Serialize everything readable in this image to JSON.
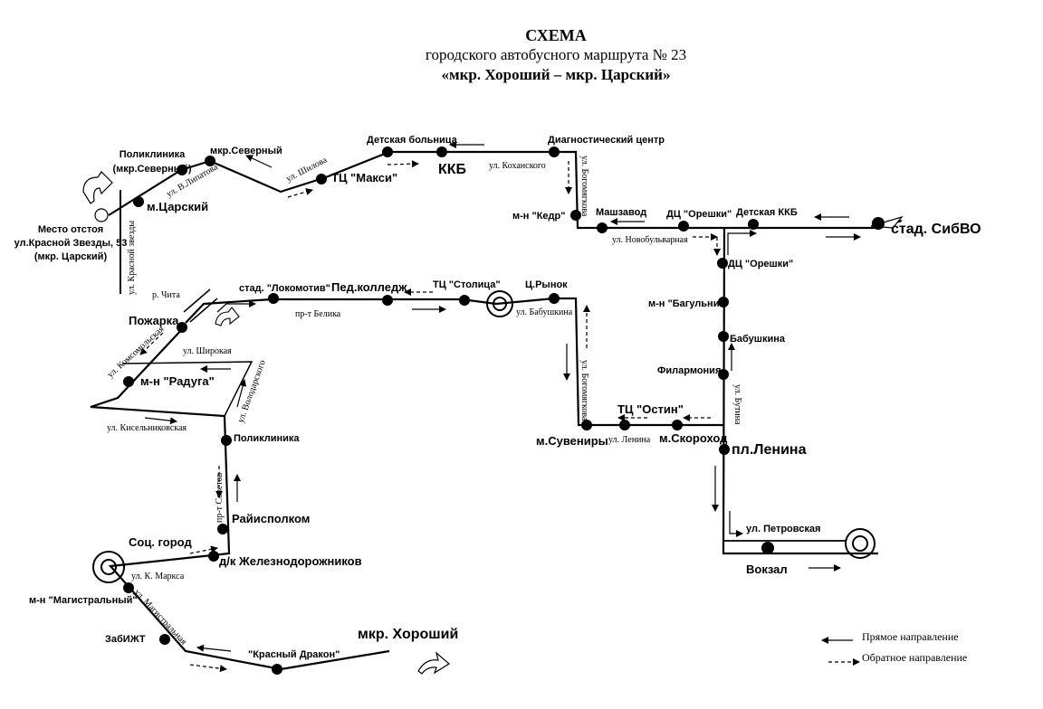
{
  "header": {
    "title": "СХЕМА",
    "subtitle": "городского автобусного маршрута № 23",
    "route": "«мкр. Хороший – мкр. Царский»"
  },
  "stops": {
    "polyclinic_north": "Поликлиника",
    "mkr_north_paren": "(мкр.Северный)",
    "mkr_north": "мкр.Северный",
    "m_tsarsky": "м.Царский",
    "tc_maxi": "ТЦ \"Макси\"",
    "kids_hospital": "Детская больница",
    "kkb": "ККБ",
    "diagnostic": "Диагностический центр",
    "kedr": "м-н \"Кедр\"",
    "mashzavod": "Машзавод",
    "dc_oreshki_1": "ДЦ \"Орешки\"",
    "kids_kkb": "Детская ККБ",
    "sibvo": "стад. СибВО",
    "dc_oreshki_2": "ДЦ \"Орешки\"",
    "bagulnik": "м-н \"Багульник\"",
    "babushkina": "Бабушкина",
    "filarmonia": "Филармония",
    "pl_lenina": "пл.Ленина",
    "vokzal": "Вокзал",
    "skorohod": "м.Скороход",
    "ostin": "ТЦ \"Остин\"",
    "suveniry": "м.Сувениры",
    "ts_rynok": "Ц.Рынок",
    "tc_stolitsa": "ТЦ \"Столица\"",
    "ped_college": "Пед.колледж",
    "lokomotiv": "стад. \"Локомотив\"",
    "pozharka": "Пожарка",
    "raduga": "м-н \"Радуга\"",
    "polyclinic_south": "Поликлиника",
    "raiispolkom": "Райисполком",
    "sots_gorod": "Соц. город",
    "railworkers": "д/к Железнодорожников",
    "magistralny": "м-н \"Магистральный\"",
    "zabizht": "ЗабИЖТ",
    "red_dragon": "\"Красный Дракон\"",
    "mkr_horoshy": "мкр. Хороший",
    "depot_1": "Место отстоя",
    "depot_2": "ул.Красной Звезды, 53",
    "depot_3": "(мкр. Царский)"
  },
  "streets": {
    "lipatova": "ул. В.Липатова",
    "shilova": "ул. Шилова",
    "kohanskogo": "ул. Коханского",
    "bogomyagkova_1": "ул. Богомягкова",
    "novobulvarnaya": "ул. Новобульварная",
    "krasnoy_zvezdy": "ул. Красной звезды",
    "r_chita": "р. Чита",
    "belika": "пр-т Белика",
    "babushkina": "ул. Бабушкина",
    "bogomyagkova_2": "ул. Богомягкова",
    "butina": "ул. Бутина",
    "lenina": "ул. Ленина",
    "petrovskaya": "ул. Петровская",
    "komsomolskaya": "ул. Комсомольская",
    "shirokaya": "ул. Широкая",
    "volodarskogo": "ул. Володарского",
    "kiselnikovskaya": "ул. Кисельниковская",
    "sovetov": "пр-т Советов",
    "k_marksa": "ул. К. Маркса",
    "magistralnaya": "ул. Магистральная"
  },
  "legend": {
    "direct": "Прямое направление",
    "reverse": "Обратное направление"
  }
}
